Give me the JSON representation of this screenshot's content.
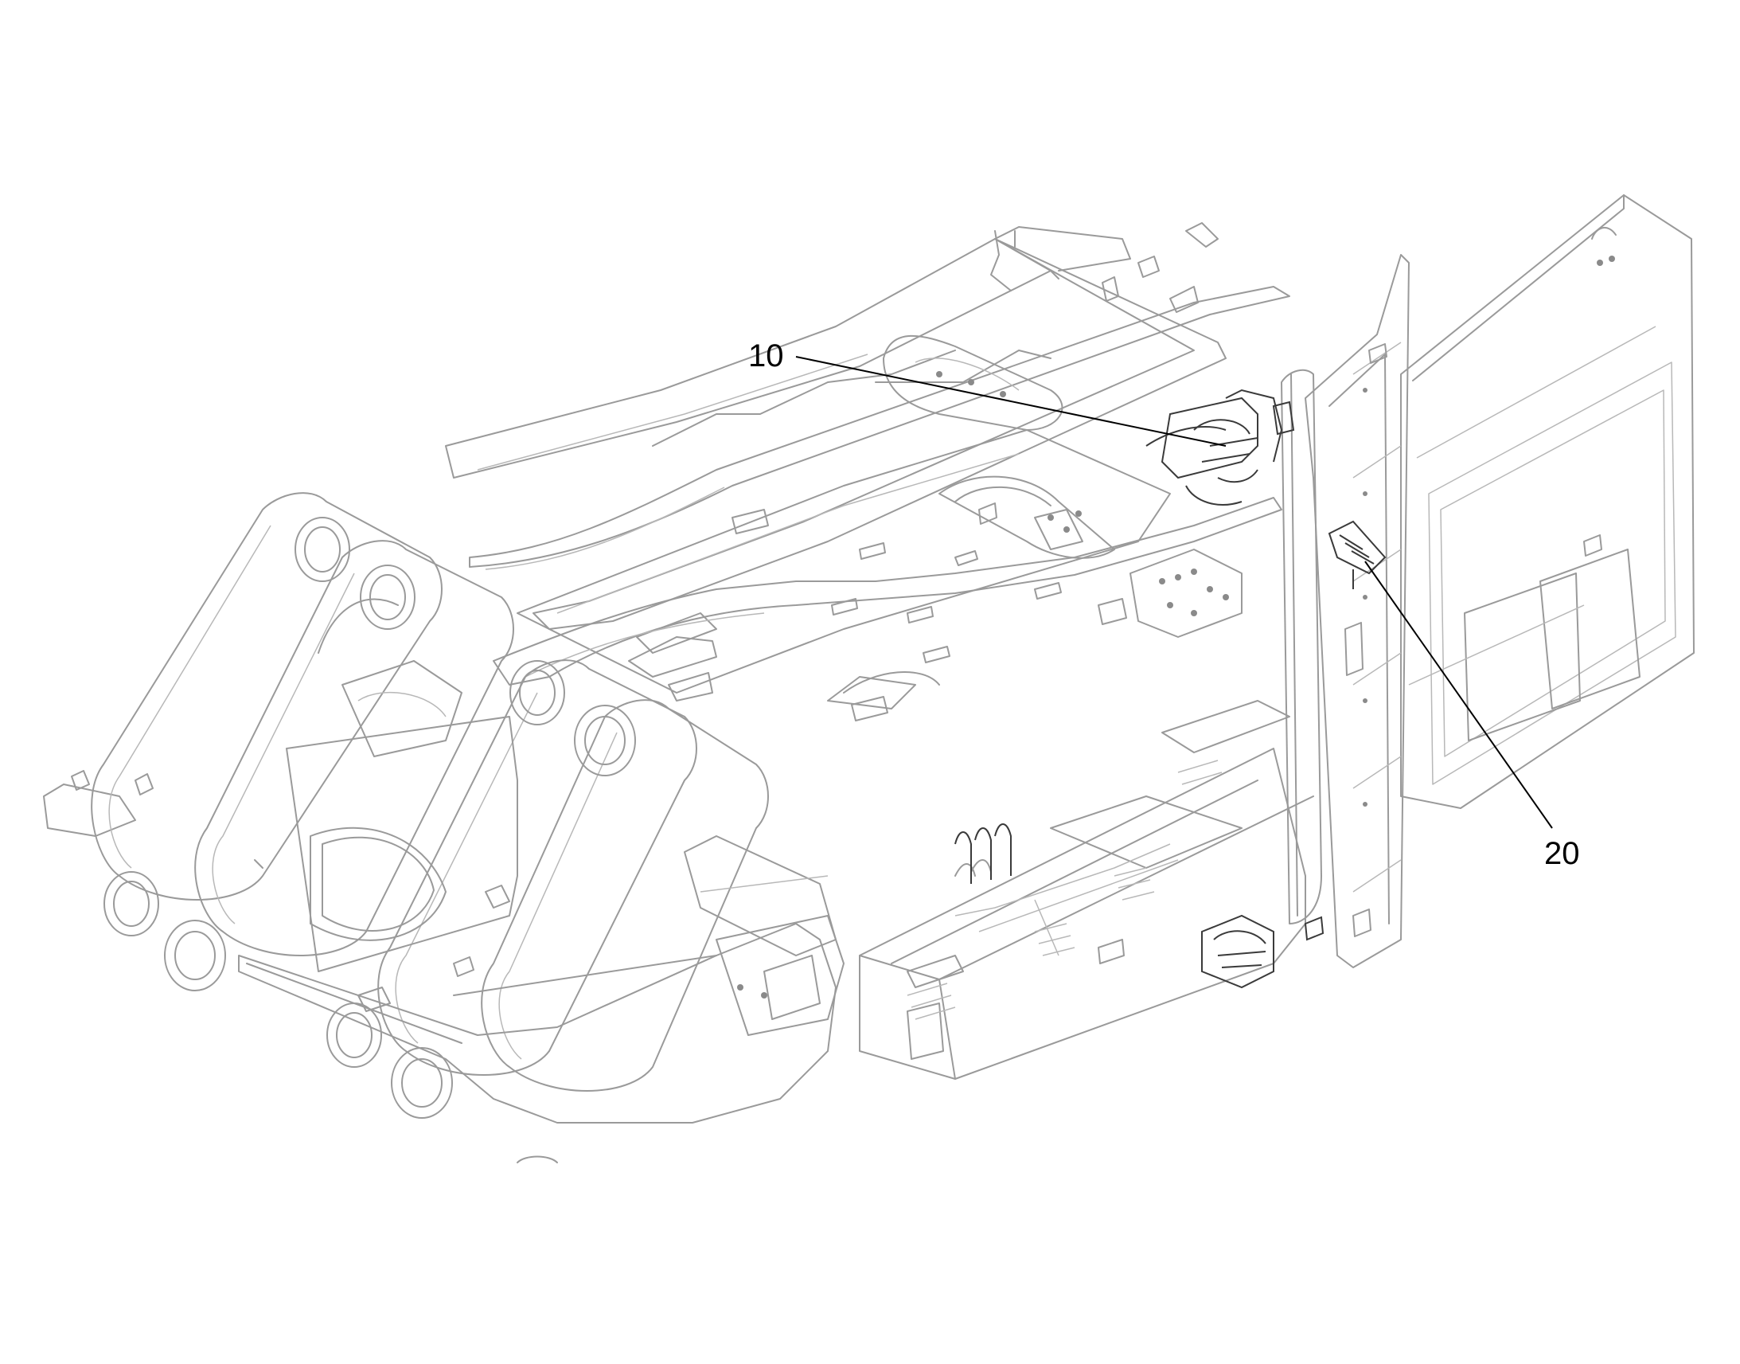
{
  "callouts": [
    {
      "id": "10",
      "label": "10"
    },
    {
      "id": "20",
      "label": "20"
    }
  ],
  "colors": {
    "background": "#ffffff",
    "outline": "#9a9a9a",
    "leader": "#000000",
    "component": "#3a3a3a"
  }
}
